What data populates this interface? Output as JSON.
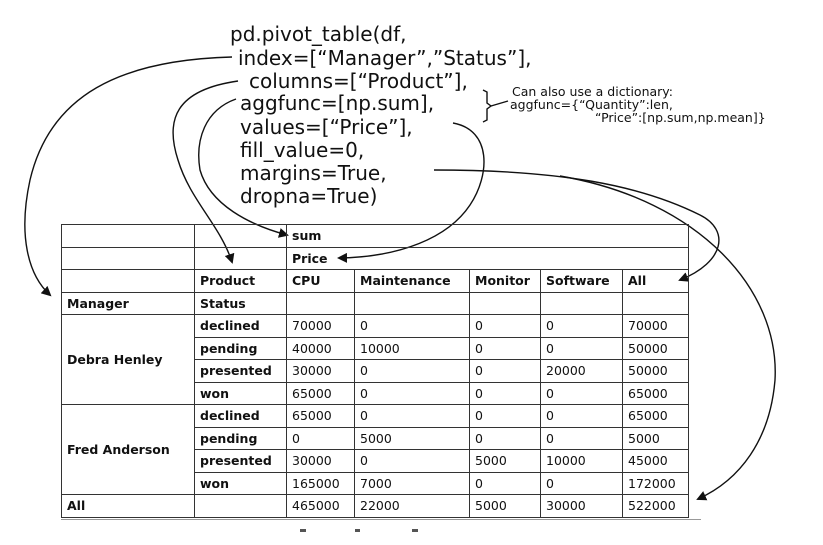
{
  "code": {
    "line1": "pd.pivot_table(df,",
    "line2": "index=[“Manager”,”Status”],",
    "line3": "columns=[“Product”],",
    "line4": "aggfunc=[np.sum],",
    "line5": "values=[“Price”],",
    "line6": "fill_value=0,",
    "line7": "margins=True,",
    "line8": "dropna=True)"
  },
  "note": {
    "line1": "Can also use a dictionary:",
    "line2": "aggfunc={“Quantity”:len,",
    "line3": "“Price”:[np.sum,np.mean]}"
  },
  "table": {
    "header_agg": "sum",
    "header_values": "Price",
    "product_label": "Product",
    "columns": [
      "CPU",
      "Maintenance",
      "Monitor",
      "Software",
      "All"
    ],
    "index_labels": [
      "Manager",
      "Status"
    ],
    "groups": [
      {
        "manager": "Debra Henley",
        "rows": [
          {
            "status": "declined",
            "values": [
              "70000",
              "0",
              "0",
              "0",
              "70000"
            ]
          },
          {
            "status": "pending",
            "values": [
              "40000",
              "10000",
              "0",
              "0",
              "50000"
            ]
          },
          {
            "status": "presented",
            "values": [
              "30000",
              "0",
              "0",
              "20000",
              "50000"
            ]
          },
          {
            "status": "won",
            "values": [
              "65000",
              "0",
              "0",
              "0",
              "65000"
            ]
          }
        ]
      },
      {
        "manager": "Fred Anderson",
        "rows": [
          {
            "status": "declined",
            "values": [
              "65000",
              "0",
              "0",
              "0",
              "65000"
            ]
          },
          {
            "status": "pending",
            "values": [
              "0",
              "5000",
              "0",
              "0",
              "5000"
            ]
          },
          {
            "status": "presented",
            "values": [
              "30000",
              "0",
              "5000",
              "10000",
              "45000"
            ]
          },
          {
            "status": "won",
            "values": [
              "165000",
              "7000",
              "0",
              "0",
              "172000"
            ]
          }
        ]
      }
    ],
    "total": {
      "label": "All",
      "values": [
        "465000",
        "22000",
        "5000",
        "30000",
        "522000"
      ]
    }
  }
}
